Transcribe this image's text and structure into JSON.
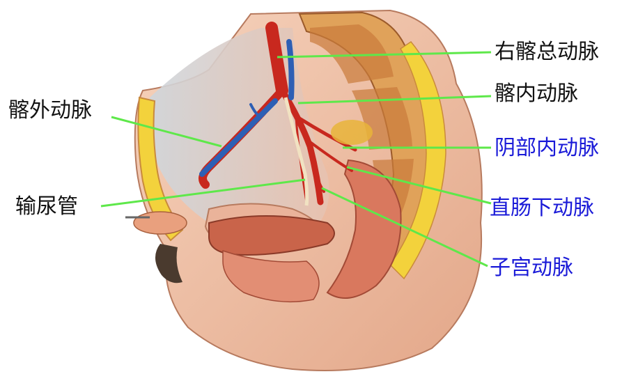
{
  "labels": {
    "common_iliac": {
      "text": "右髂总动脉",
      "color": "#111111"
    },
    "internal_iliac": {
      "text": "髂内动脉",
      "color": "#111111"
    },
    "external_iliac": {
      "text": "髂外动脉",
      "color": "#111111"
    },
    "internal_pudendal": {
      "text": "阴部内动脉",
      "color": "#1a1ad8"
    },
    "ureter": {
      "text": "输尿管",
      "color": "#111111"
    },
    "inferior_rectal": {
      "text": "直肠下动脉",
      "color": "#1a1ad8"
    },
    "uterine": {
      "text": "子宫动脉",
      "color": "#1a1ad8"
    }
  },
  "colors": {
    "leader_line": "#5ee84a",
    "artery": "#c8281e",
    "vein": "#2d5fb4",
    "bone_marrow": "#f3d23c",
    "tissue": "#e9a58a",
    "skin": "#f0c4a8"
  }
}
